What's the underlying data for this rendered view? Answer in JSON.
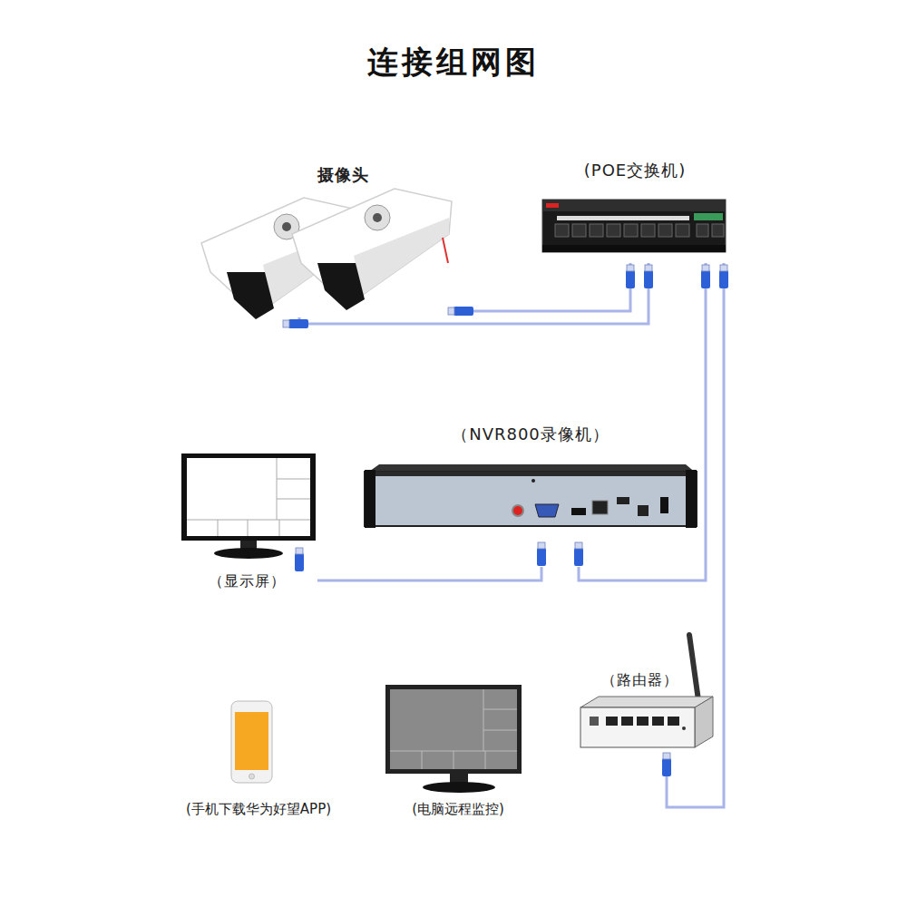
{
  "diagram": {
    "title": "连接组网图",
    "nodes": [
      {
        "text": [
          "摄像头"
        ]
      },
      {
        "text": [
          "(POE交换机)"
        ]
      },
      {
        "text": [
          "（NVR800录像机）"
        ]
      },
      {
        "text": [
          "（显示屏）"
        ]
      },
      {
        "text": [
          "（路由器）"
        ]
      },
      {
        "text": [
          "(手机下载华为好望APP)"
        ]
      },
      {
        "text": [
          "(电脑远程监控)"
        ]
      }
    ],
    "edges": [
      {
        "from": 0,
        "to": 1,
        "arrow": "none"
      },
      {
        "from": 0,
        "to": 1,
        "arrow": "none"
      },
      {
        "from": 1,
        "to": 2,
        "arrow": "none"
      },
      {
        "from": 1,
        "to": 4,
        "arrow": "none"
      },
      {
        "from": 2,
        "to": 3,
        "arrow": "none"
      }
    ]
  }
}
